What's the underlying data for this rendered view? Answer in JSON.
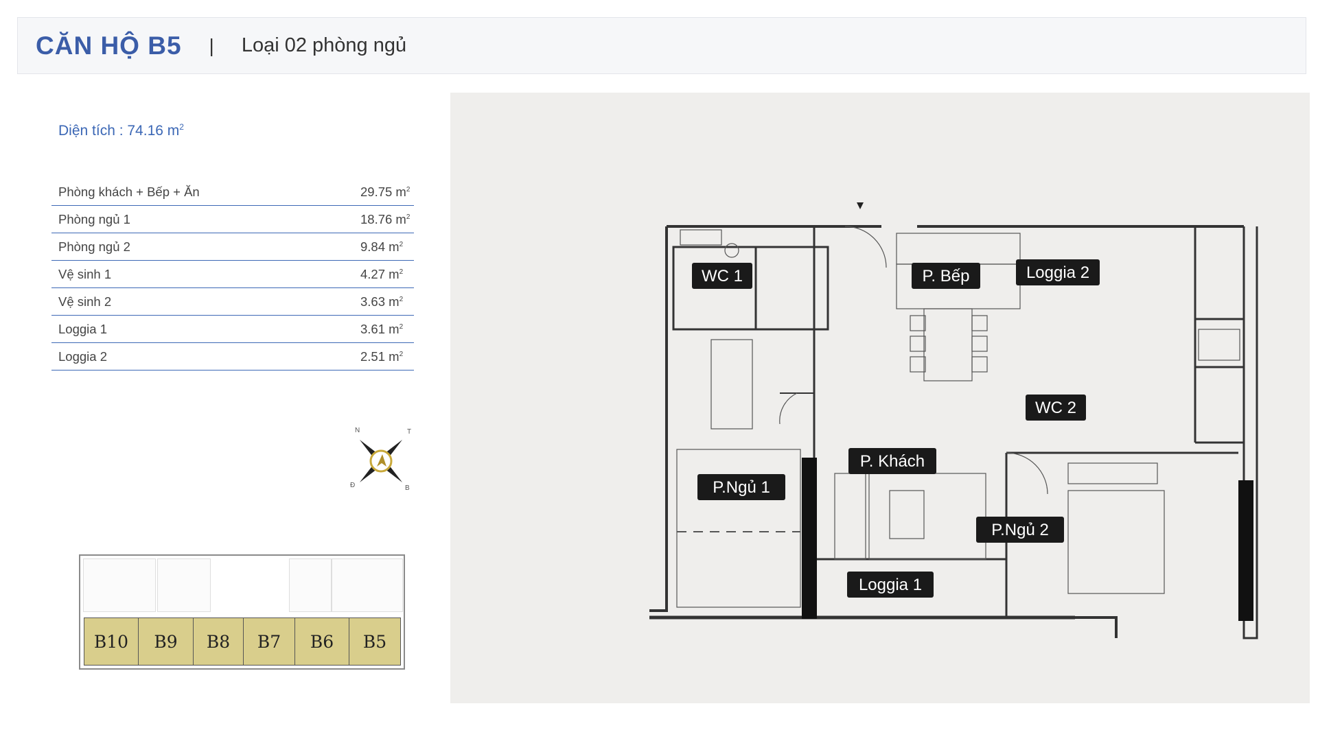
{
  "header": {
    "title": "CĂN HỘ B5",
    "separator": "|",
    "subtitle": "Loại 02 phòng ngủ"
  },
  "area": {
    "label": "Diện tích : 74.16 m",
    "superscript": "2"
  },
  "rooms_table": [
    {
      "name": "Phòng khách + Bếp + Ăn",
      "value": "29.75 m",
      "sup": "2"
    },
    {
      "name": "Phòng ngủ 1",
      "value": "18.76 m",
      "sup": "2"
    },
    {
      "name": "Phòng ngủ 2",
      "value": "9.84 m",
      "sup": "2"
    },
    {
      "name": "Vệ sinh 1",
      "value": "4.27 m",
      "sup": "2"
    },
    {
      "name": "Vệ sinh 2",
      "value": "3.63 m",
      "sup": "2"
    },
    {
      "name": "Loggia 1",
      "value": "3.61 m",
      "sup": "2"
    },
    {
      "name": "Loggia 2",
      "value": "2.51 m",
      "sup": "2"
    }
  ],
  "compass": {
    "letters": [
      "N",
      "T",
      "Đ",
      "B"
    ],
    "colors": {
      "needle": "#222222",
      "ring": "#c9a93a"
    }
  },
  "keyplan": {
    "units": [
      "B10",
      "B9",
      "B8",
      "B7",
      "B6",
      "B5"
    ],
    "unit_color": "#d9ce8c"
  },
  "floorplan": {
    "labels": {
      "wc1": "WC 1",
      "kitchen": "P. Bếp",
      "loggia2": "Loggia 2",
      "wc2": "WC 2",
      "living": "P. Khách",
      "bedroom1": "P.Ngủ 1",
      "bedroom2": "P.Ngủ 2",
      "loggia1": "Loggia 1"
    },
    "label_color": "#1a1a1a"
  },
  "colors": {
    "accent": "#3b5da8",
    "table_rule": "#3b67b5",
    "plan_background": "#efeeec"
  }
}
